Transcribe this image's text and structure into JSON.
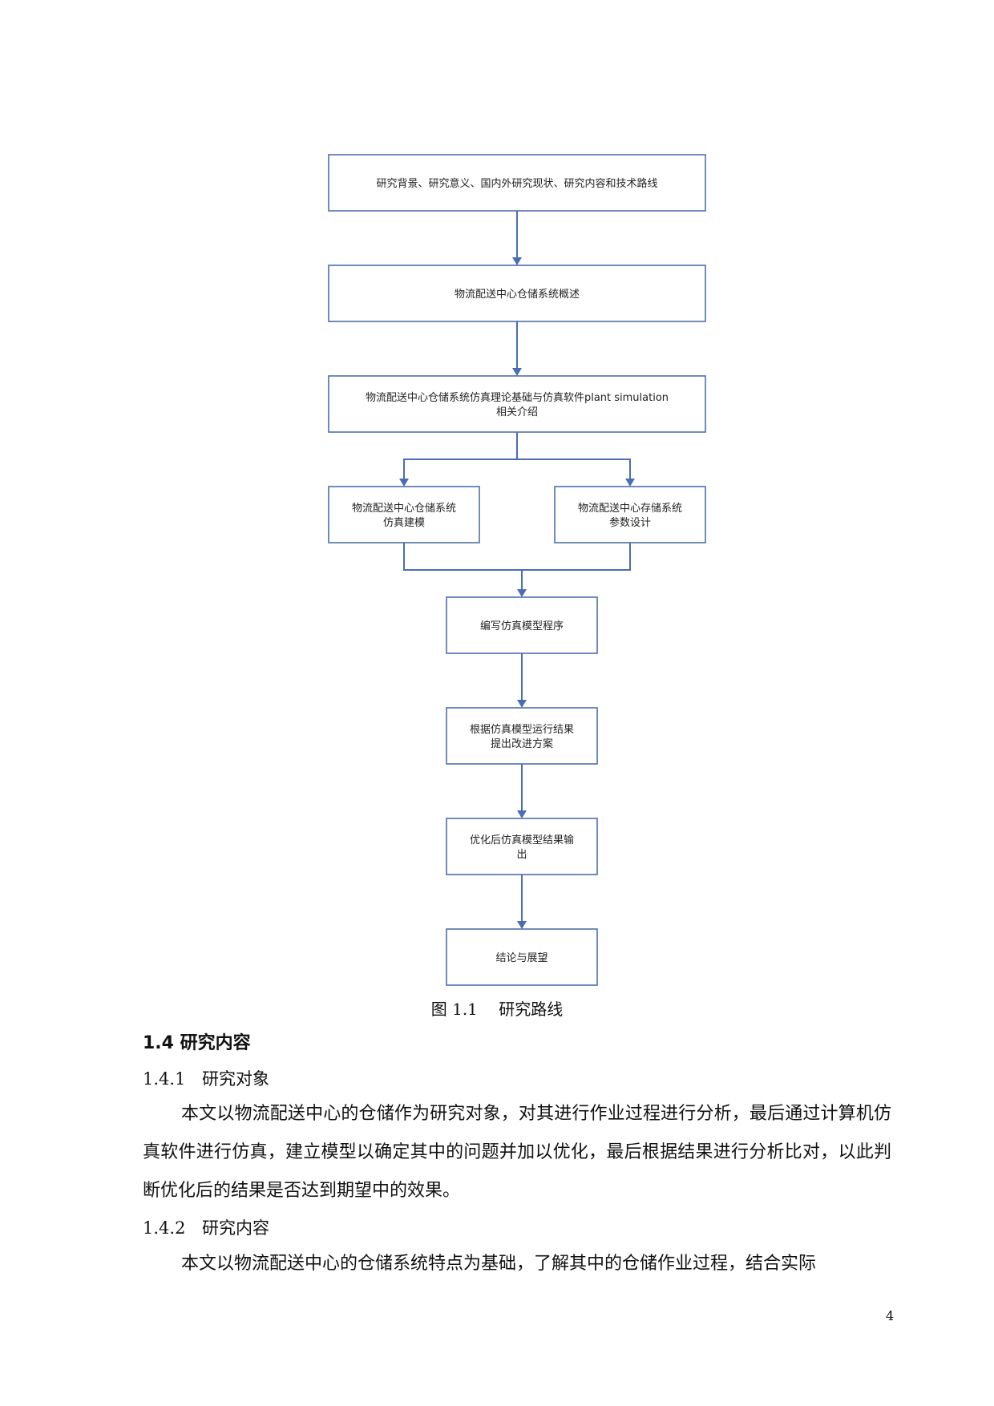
{
  "flowchart": {
    "nodes": [
      {
        "id": "n1",
        "lines": [
          "研究背景、研究意义、国内外研究现状、研究内容和技术路线"
        ]
      },
      {
        "id": "n2",
        "lines": [
          "物流配送中心仓储系统概述"
        ]
      },
      {
        "id": "n3",
        "lines": [
          "物流配送中心仓储系统仿真理论基础与仿真软件plant simulation",
          "相关介绍"
        ]
      },
      {
        "id": "n4",
        "lines": [
          "物流配送中心仓储系统",
          "仿真建模"
        ]
      },
      {
        "id": "n5",
        "lines": [
          "物流配送中心存储系统",
          "参数设计"
        ]
      },
      {
        "id": "n6",
        "lines": [
          "编写仿真模型程序"
        ]
      },
      {
        "id": "n7",
        "lines": [
          "根据仿真模型运行结果",
          "提出改进方案"
        ]
      },
      {
        "id": "n8",
        "lines": [
          "优化后仿真模型结果输",
          "出"
        ]
      },
      {
        "id": "n9",
        "lines": [
          "结论与展望"
        ]
      }
    ],
    "edges": [
      {
        "from": "n1",
        "to": "n2"
      },
      {
        "from": "n2",
        "to": "n3"
      },
      {
        "from": "n3",
        "to": "n4"
      },
      {
        "from": "n3",
        "to": "n5"
      },
      {
        "from": "n4",
        "to": "n6"
      },
      {
        "from": "n5",
        "to": "n6"
      },
      {
        "from": "n6",
        "to": "n7"
      },
      {
        "from": "n7",
        "to": "n8"
      },
      {
        "from": "n8",
        "to": "n9"
      }
    ]
  },
  "caption": {
    "number": "图 1.1",
    "title": "研究路线"
  },
  "section": {
    "number": "1.4",
    "title": "研究内容"
  },
  "subsections": [
    {
      "number": "1.4.1",
      "title": "研究对象",
      "paragraph": "本文以物流配送中心的仓储作为研究对象，对其进行作业过程进行分析，最后通过计算机仿真软件进行仿真，建立模型以确定其中的问题并加以优化，最后根据结果进行分析比对，以此判断优化后的结果是否达到期望中的效果。"
    },
    {
      "number": "1.4.2",
      "title": "研究内容",
      "paragraph": "本文以物流配送中心的仓储系统特点为基础，了解其中的仓储作业过程，结合实际"
    }
  ],
  "page_number": "4"
}
